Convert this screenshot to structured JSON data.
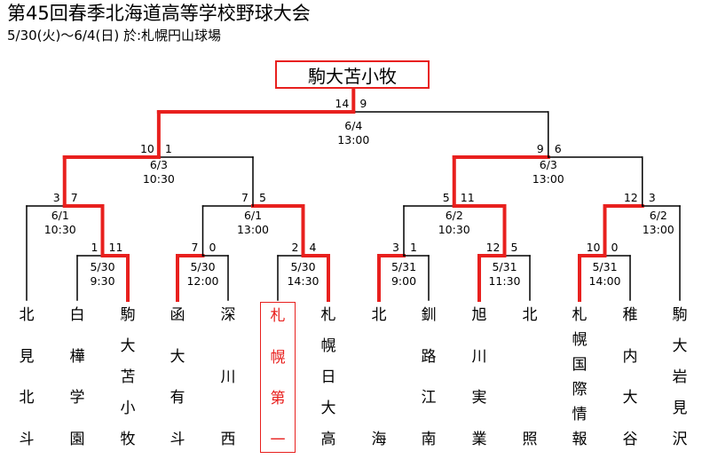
{
  "header": {
    "title": "第45回春季北海道高等学校野球大会",
    "subtitle": "5/30(火)～6/4(日) 於:札幌円山球場"
  },
  "champion": "駒大苫小牧",
  "colors": {
    "winner_line": "#e8201e",
    "line": "#000000",
    "highlight": "#e8201e"
  },
  "teams": [
    {
      "name": "北見北斗",
      "chars": [
        "北",
        "見",
        "北",
        "斗"
      ],
      "highlight": false
    },
    {
      "name": "白樺学園",
      "chars": [
        "白",
        "樺",
        "学",
        "園"
      ],
      "highlight": false
    },
    {
      "name": "駒大苫小牧",
      "chars": [
        "駒",
        "大",
        "苫",
        "小",
        "牧"
      ],
      "highlight": false
    },
    {
      "name": "函大有斗",
      "chars": [
        "函",
        "大",
        "有",
        "斗"
      ],
      "highlight": false
    },
    {
      "name": "深川西",
      "chars": [
        "深",
        "川",
        "西"
      ],
      "highlight": false
    },
    {
      "name": "札幌第一",
      "chars": [
        "札",
        "幌",
        "第",
        "一"
      ],
      "highlight": true
    },
    {
      "name": "札幌日大高",
      "chars": [
        "札",
        "幌",
        "日",
        "大",
        "高"
      ],
      "highlight": false
    },
    {
      "name": "北海",
      "chars": [
        "北",
        "海"
      ],
      "highlight": false
    },
    {
      "name": "釧路江南",
      "chars": [
        "釧",
        "路",
        "江",
        "南"
      ],
      "highlight": false
    },
    {
      "name": "旭川実業",
      "chars": [
        "旭",
        "川",
        "実",
        "業"
      ],
      "highlight": false
    },
    {
      "name": "北照",
      "chars": [
        "北",
        "照"
      ],
      "highlight": false
    },
    {
      "name": "札幌国際情報",
      "chars": [
        "札",
        "幌",
        "国",
        "際",
        "情",
        "報"
      ],
      "highlight": false
    },
    {
      "name": "稚内大谷",
      "chars": [
        "稚",
        "内",
        "大",
        "谷"
      ],
      "highlight": false
    },
    {
      "name": "駒大岩見沢",
      "chars": [
        "駒",
        "大",
        "岩",
        "見",
        "沢"
      ],
      "highlight": false
    }
  ],
  "matches": [
    {
      "id": "r1-a",
      "date": "5/30",
      "time": "9:30",
      "score_left": "1",
      "score_right": "11"
    },
    {
      "id": "r1-b",
      "date": "5/30",
      "time": "12:00",
      "score_left": "7",
      "score_right": "0"
    },
    {
      "id": "r1-c",
      "date": "5/30",
      "time": "14:30",
      "score_left": "2",
      "score_right": "4"
    },
    {
      "id": "r1-d",
      "date": "5/31",
      "time": "9:00",
      "score_left": "3",
      "score_right": "1"
    },
    {
      "id": "r1-e",
      "date": "5/31",
      "time": "11:30",
      "score_left": "12",
      "score_right": "5"
    },
    {
      "id": "r1-f",
      "date": "5/31",
      "time": "14:00",
      "score_left": "10",
      "score_right": "0"
    },
    {
      "id": "r2-a",
      "date": "6/1",
      "time": "10:30",
      "score_left": "3",
      "score_right": "7"
    },
    {
      "id": "r2-b",
      "date": "6/1",
      "time": "13:00",
      "score_left": "7",
      "score_right": "5"
    },
    {
      "id": "r2-c",
      "date": "6/2",
      "time": "10:30",
      "score_left": "5",
      "score_right": "11"
    },
    {
      "id": "r2-d",
      "date": "6/2",
      "time": "13:00",
      "score_left": "12",
      "score_right": "3"
    },
    {
      "id": "sf-a",
      "date": "6/3",
      "time": "10:30",
      "score_left": "10",
      "score_right": "1"
    },
    {
      "id": "sf-b",
      "date": "6/3",
      "time": "13:00",
      "score_left": "9",
      "score_right": "6"
    },
    {
      "id": "final",
      "date": "6/4",
      "time": "13:00",
      "score_left": "14",
      "score_right": "9"
    }
  ]
}
